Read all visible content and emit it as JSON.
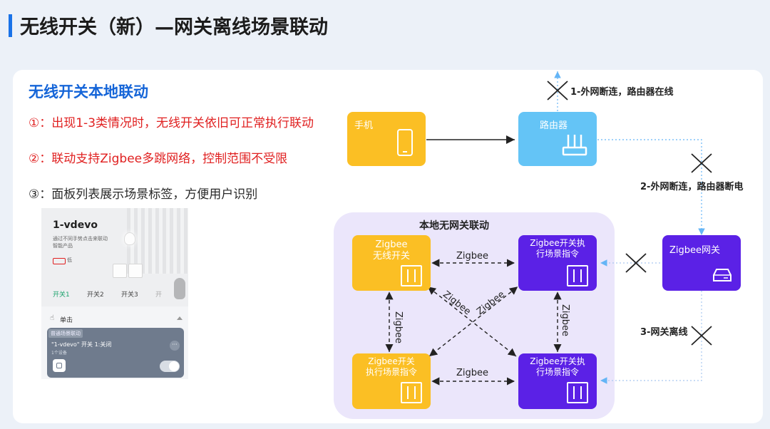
{
  "page_title": "无线开关（新）—网关离线场景联动",
  "section_title": "无线开关本地联动",
  "bullets": [
    "①：出现1-3类情况时，无线开关依旧可正常执行联动",
    "②：联动支持Zigbee多跳网络，控制范围不受限",
    "③：面板列表展示场景标签，方便用户识别"
  ],
  "phone_app": {
    "device_name": "1-vdevo",
    "device_desc": "通过不同手势点击来联动智能产品",
    "battery_text": "低",
    "tabs": [
      "开关1",
      "开关2",
      "开关3",
      "开"
    ],
    "trigger_label": "单击",
    "scene_tag": "普通场景联动",
    "scene_action": "\"1-vdevo\" 开关 1:关闭",
    "scene_sub": "1个设备",
    "more_glyph": "···"
  },
  "diagram": {
    "zone_title": "本地无网关联动",
    "nodes": {
      "phone": "手机",
      "router": "路由器",
      "gateway": "Zigbee网关",
      "wireless_switch": [
        "Zigbee",
        "无线开关"
      ],
      "exec_top_right": [
        "Zigbee开关执",
        "行场景指令"
      ],
      "exec_bottom_left": [
        "Zigbee开关",
        "执行场景指令"
      ],
      "exec_bottom_right": [
        "Zigbee开关执",
        "行场景指令"
      ]
    },
    "edge_labels": {
      "top": "Zigbee",
      "bottom": "Zigbee",
      "left": "Zigbee",
      "right": "Zigbee",
      "diag1": "Zigbee",
      "diag2": "Zigbee"
    },
    "notes": {
      "n1": "1-外网断连，路由器在线",
      "n2": "2-外网断连，路由器断电",
      "n3": "3-网关离线"
    },
    "colors": {
      "yellow": "#fbbf24",
      "blue": "#64c4f6",
      "purple": "#5b21e6",
      "accent": "#1565d8",
      "red": "#e02020"
    }
  }
}
